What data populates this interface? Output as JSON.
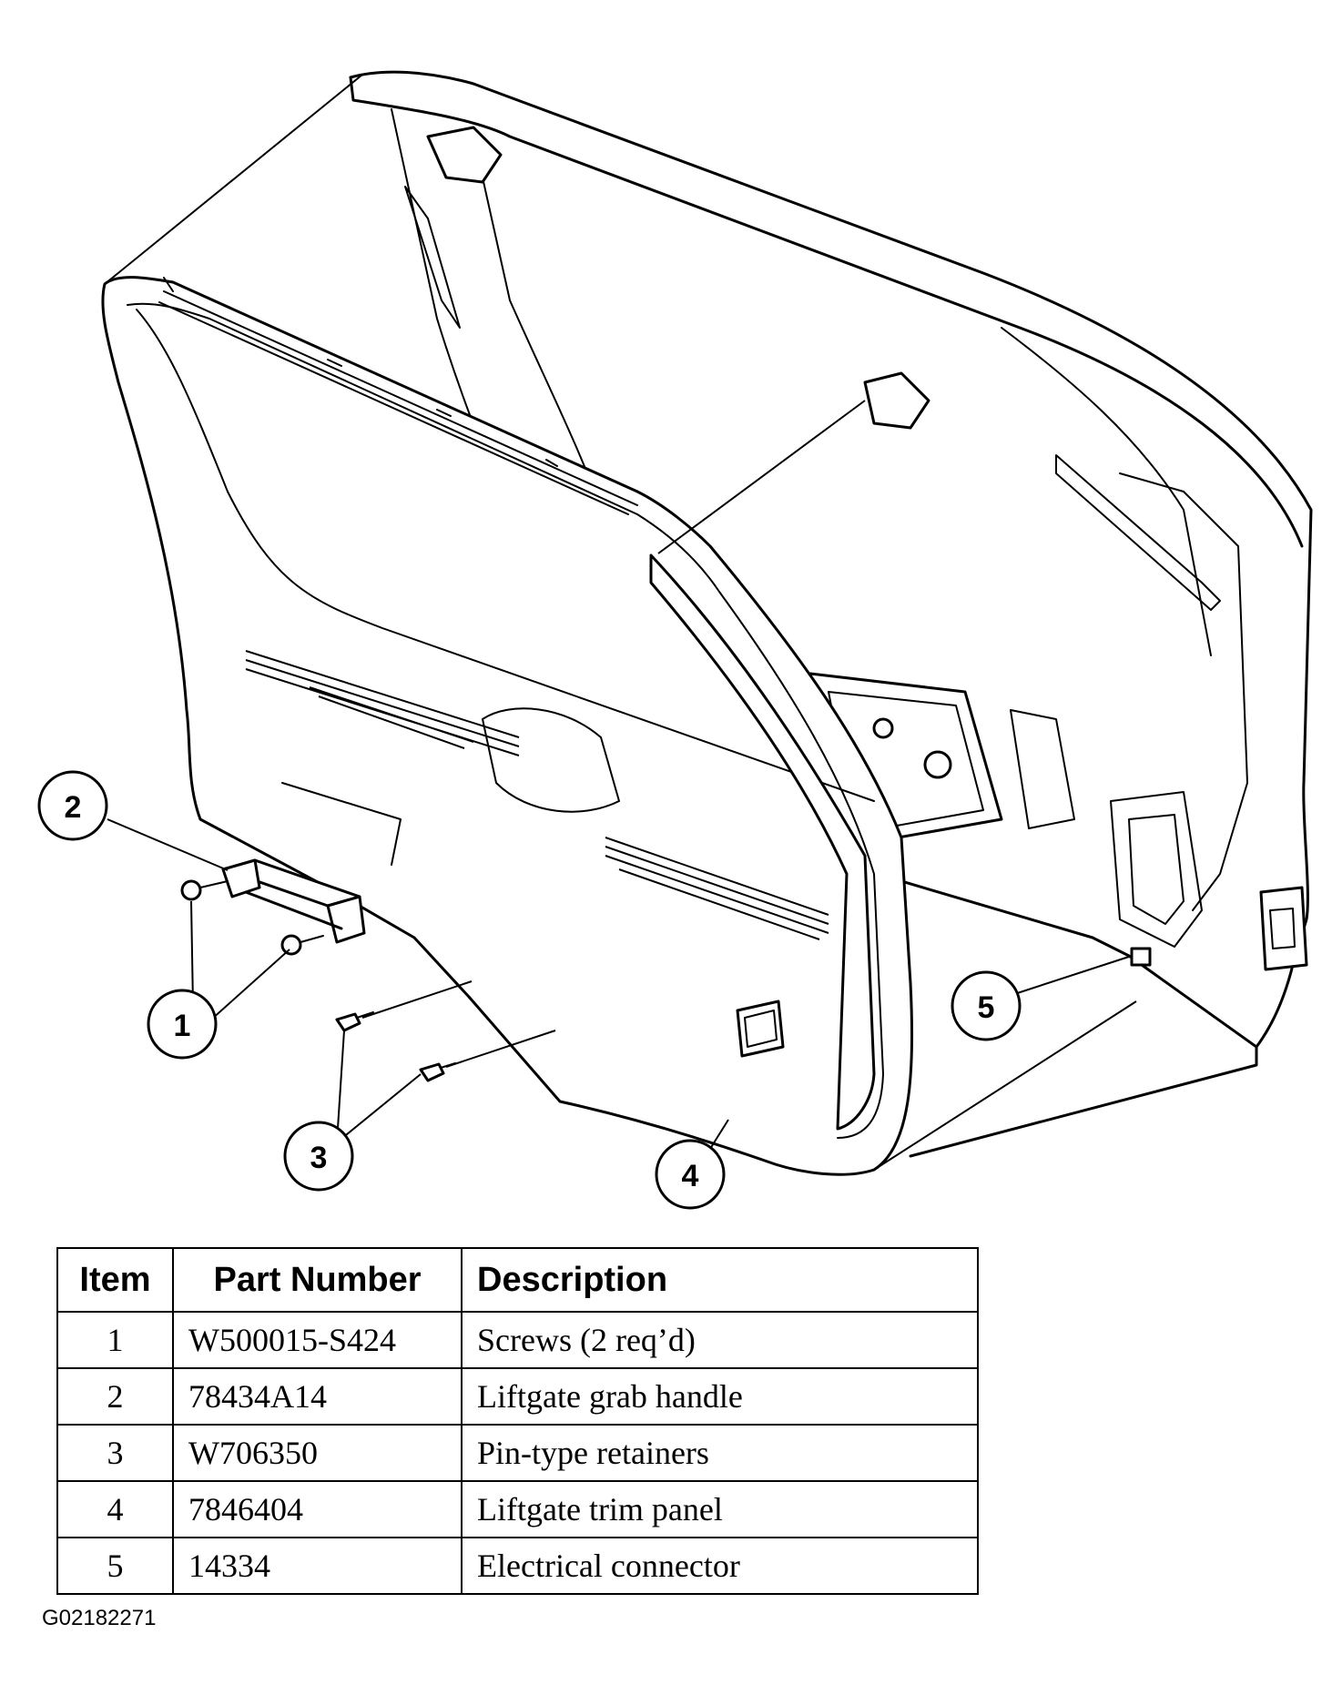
{
  "callouts": [
    "1",
    "2",
    "3",
    "4",
    "5"
  ],
  "table": {
    "headers": [
      "Item",
      "Part Number",
      "Description"
    ],
    "rows": [
      {
        "item": "1",
        "part_number": "W500015-S424",
        "description": "Screws (2 req’d)"
      },
      {
        "item": "2",
        "part_number": "78434A14",
        "description": "Liftgate grab handle"
      },
      {
        "item": "3",
        "part_number": "W706350",
        "description": "Pin-type retainers"
      },
      {
        "item": "4",
        "part_number": "7846404",
        "description": "Liftgate trim panel"
      },
      {
        "item": "5",
        "part_number": "14334",
        "description": "Electrical connector"
      }
    ]
  },
  "figure_id": "G02182271"
}
